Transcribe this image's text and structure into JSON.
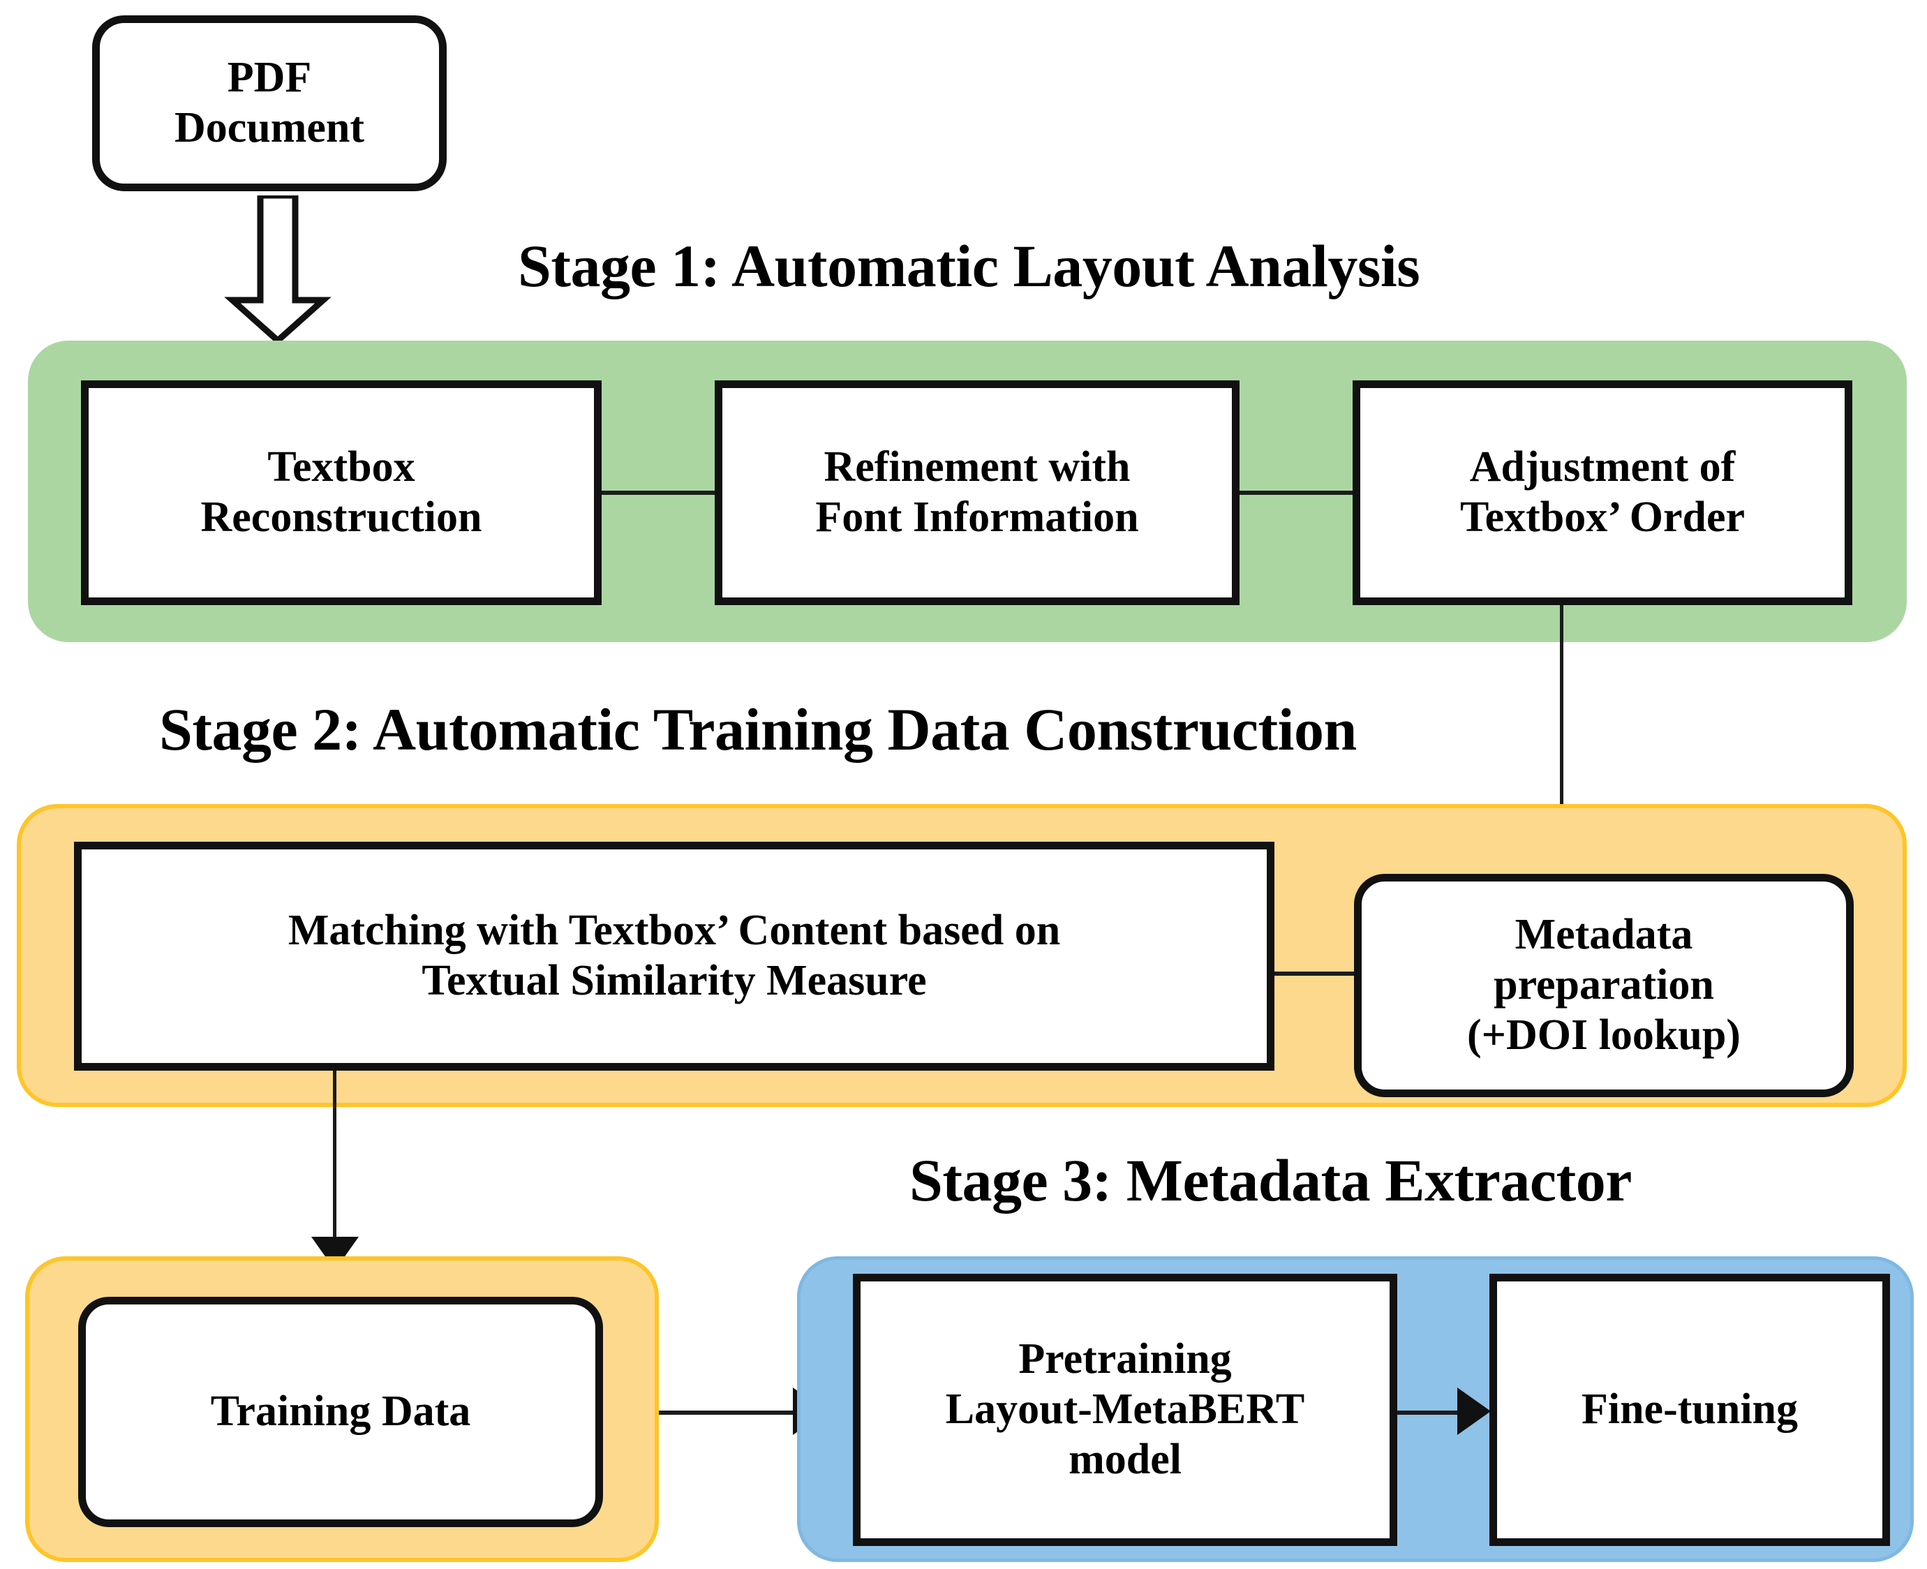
{
  "diagram": {
    "title_stage1": "Stage 1: Automatic Layout Analysis",
    "title_stage2": "Stage 2: Automatic Training Data Construction",
    "title_stage3": "Stage 3: Metadata Extractor",
    "input_node": "PDF\nDocument",
    "input_node_line1": "PDF",
    "input_node_line2": "Document",
    "stage1": {
      "boxes": [
        {
          "id": "textbox-reconstruction",
          "line1": "Textbox",
          "line2": "Reconstruction"
        },
        {
          "id": "refinement-font-information",
          "line1": "Refinement with",
          "line2": "Font Information"
        },
        {
          "id": "adjustment-textbox-order",
          "line1": "Adjustment of",
          "line2": "Textbox’ Order"
        }
      ]
    },
    "stage2": {
      "boxes": [
        {
          "id": "matching-textual-similarity",
          "line1": "Matching with Textbox’ Content based on",
          "line2": "Textual Similarity Measure"
        },
        {
          "id": "metadata-preparation",
          "line1": "Metadata",
          "line2": "preparation",
          "line3": "(+DOI lookup)"
        },
        {
          "id": "training-data",
          "line1": "Training Data"
        }
      ]
    },
    "stage3": {
      "boxes": [
        {
          "id": "pretraining-layout-metabert",
          "line1": "Pretraining",
          "line2": "Layout-MetaBERT",
          "line3": "model"
        },
        {
          "id": "fine-tuning",
          "line1": "Fine-tuning"
        }
      ]
    },
    "colors": {
      "stage1_panel": "#ABD6A2",
      "stage2_panel": "#FCD98D",
      "stage2_panel_border": "#FFC527",
      "stage3_panel": "#8FC2E8",
      "node_border": "#111111",
      "node_fill": "#FFFFFF",
      "text": "#000000",
      "connector": "#1B1B1B"
    }
  }
}
